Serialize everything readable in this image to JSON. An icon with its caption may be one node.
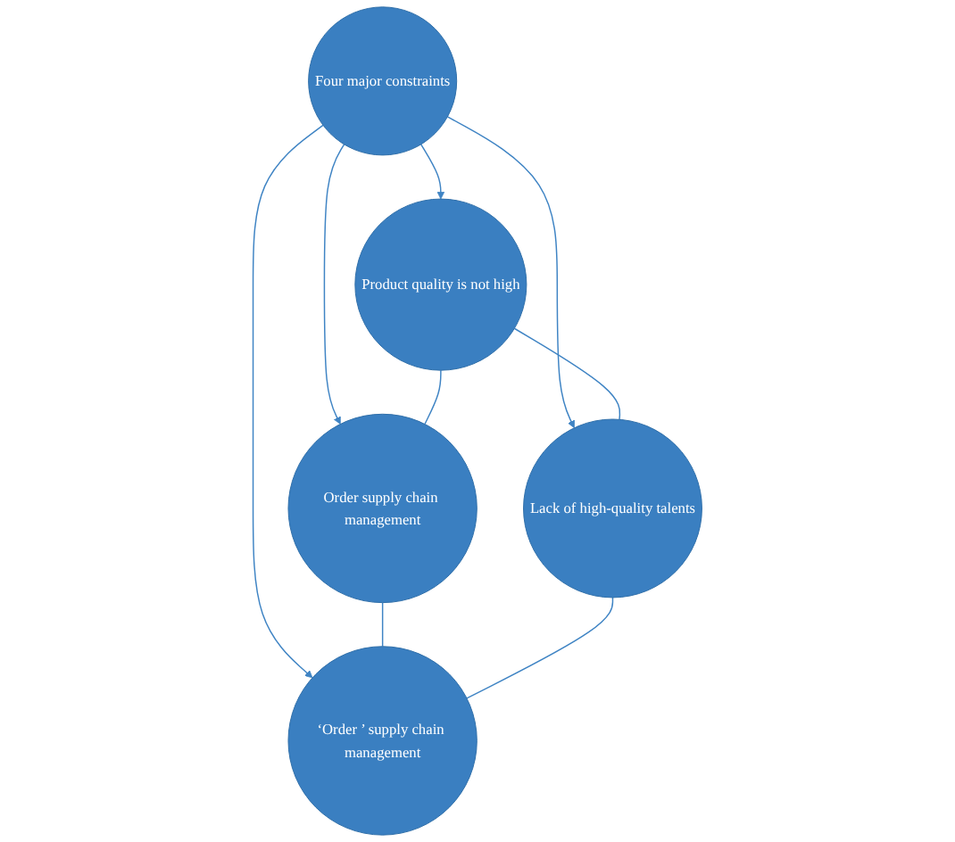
{
  "diagram": {
    "nodes": [
      {
        "text": [
          "Product quality is not high"
        ]
      },
      {
        "text": [
          "Order supply chain management"
        ]
      },
      {
        "text": [
          "Four major constraints"
        ]
      },
      {
        "text": [
          "Lack of high-quality talents"
        ]
      },
      {
        "text": [
          "‘Order ’ supply chain management"
        ]
      }
    ],
    "edges": [
      {
        "from": 2,
        "to": 0,
        "arrow": "to"
      },
      {
        "from": 2,
        "to": 1,
        "arrow": "to"
      },
      {
        "from": 2,
        "to": 3,
        "arrow": "to"
      },
      {
        "from": 2,
        "to": 4,
        "arrow": "to"
      },
      {
        "from": 0,
        "to": 1,
        "arrow": "none"
      },
      {
        "from": 0,
        "to": 3,
        "arrow": "none"
      },
      {
        "from": 1,
        "to": 4,
        "arrow": "none"
      },
      {
        "from": 3,
        "to": 4,
        "arrow": "none"
      }
    ]
  }
}
